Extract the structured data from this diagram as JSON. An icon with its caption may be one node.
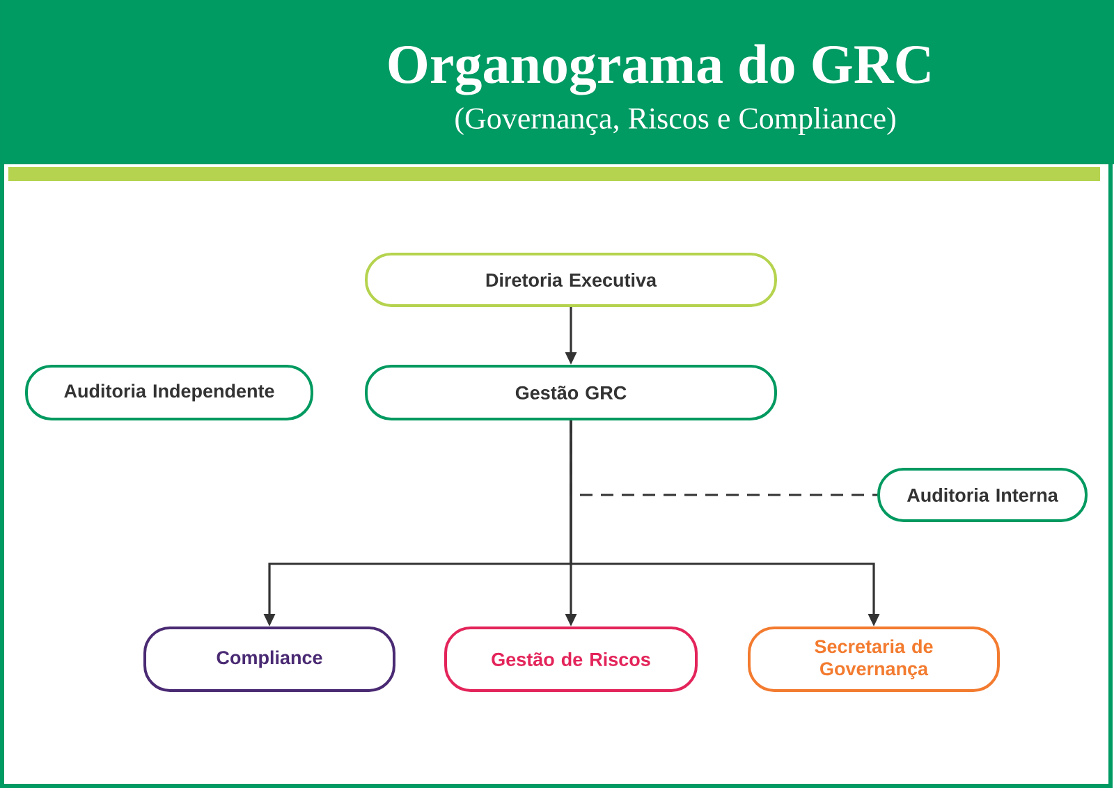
{
  "diagram": {
    "title": "Organograma do GRC",
    "nodes": [
      {
        "text": [
          "Diretoria Executiva"
        ]
      },
      {
        "text": [
          "Auditoria Independente"
        ]
      },
      {
        "text": [
          "Gestão GRC"
        ]
      },
      {
        "text": [
          "Auditoria Interna"
        ]
      },
      {
        "text": [
          "Compliance"
        ]
      },
      {
        "text": [
          "Gestão de Riscos"
        ]
      },
      {
        "text": [
          "Secretaria de Governança"
        ]
      }
    ],
    "edges": [
      {
        "from": 0,
        "to": 2,
        "arrow": "to"
      },
      {
        "from": 2,
        "to": 3,
        "arrow": "none",
        "style": "dashed"
      },
      {
        "from": 2,
        "to": 4,
        "arrow": "to"
      },
      {
        "from": 2,
        "to": 5,
        "arrow": "to"
      },
      {
        "from": 2,
        "to": 6,
        "arrow": "to"
      }
    ],
    "labels": [
      "(Governança, Riscos e Compliance)"
    ]
  }
}
